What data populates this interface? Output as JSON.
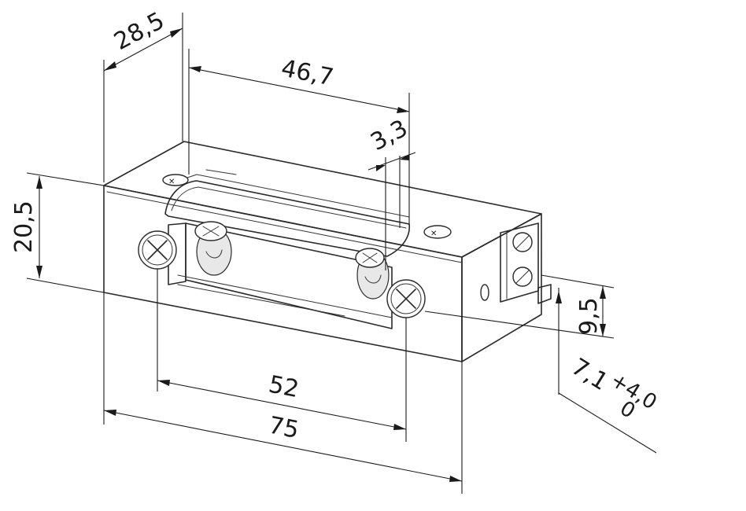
{
  "diagram": {
    "dimensions": {
      "depth": "28,5",
      "faceplate_length": "46,7",
      "offset": "3,3",
      "height": "20,5",
      "terminal_height": "9,5",
      "screw_spacing": "52",
      "overall_length": "75",
      "adjust_value": "7,1",
      "adjust_tol_plus": "+4,0",
      "adjust_tol_minus": "0"
    }
  }
}
